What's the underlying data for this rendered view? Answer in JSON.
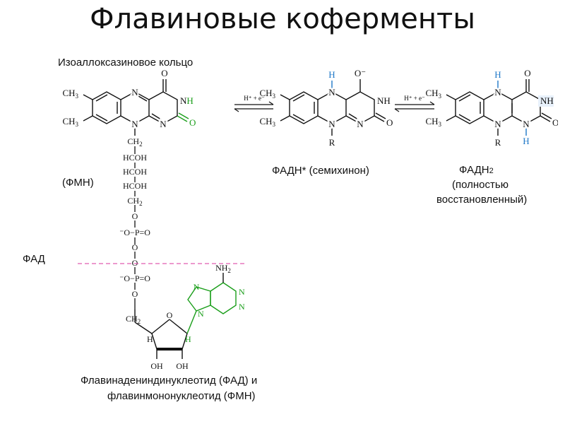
{
  "title": "Флавиновые коферменты",
  "labels": {
    "ring_name": "Изоаллоксазиновое кольцо",
    "fmn": "(ФМН)",
    "fad": "ФАД",
    "semiquinone": "ФАДН* (семихинон)",
    "fadh2_line1": "ФАДН",
    "fadh2_sub": "2",
    "fadh2_line2": "(полностью",
    "fadh2_line3": "восстановленный)",
    "caption_line1": "Флавинадениндинуклеотид (ФАД) и",
    "caption_line2": "флавинмононуклеотид (ФМН)"
  },
  "reactions": {
    "arrow1": "H⁺ + e⁻",
    "arrow2": "H⁺ + e⁻"
  },
  "atoms": {
    "ch3": "CH",
    "three": "3",
    "n": "N",
    "nh": "NH",
    "o": "O",
    "h": "H",
    "r": "R",
    "o_minus": "O⁻",
    "ch2": "CH",
    "two": "2",
    "hcoh": "HCOH",
    "o_chain": "O",
    "phosphate": "⁻O−P=O",
    "nh2": "NH",
    "oh": "OH"
  },
  "colors": {
    "green": "#1a9e1a",
    "blue": "#1f78c8",
    "pink": "#e05cb0",
    "text": "#111111"
  }
}
